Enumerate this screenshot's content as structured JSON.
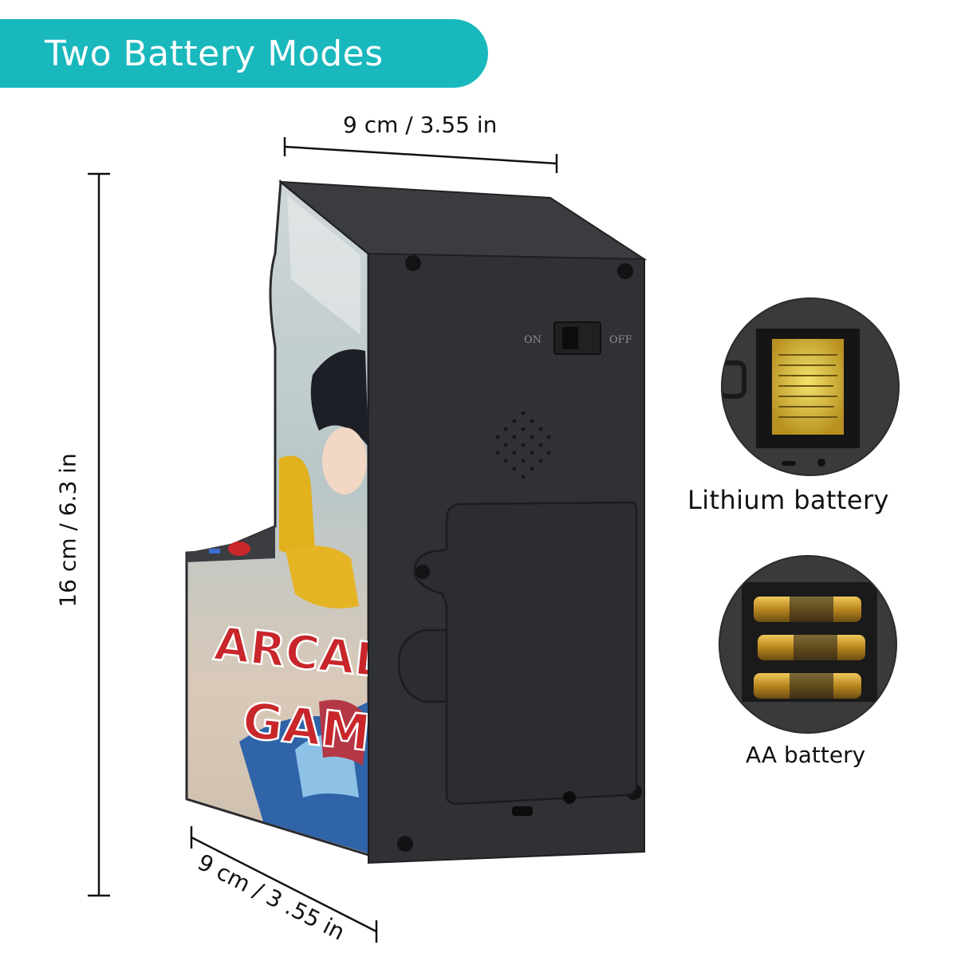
{
  "banner": {
    "title": "Two Battery Modes"
  },
  "dimensions": {
    "width": "9 cm / 3.55 in",
    "height": "16 cm / 6.3 in",
    "depth": "9 cm / 3 .55 in"
  },
  "device": {
    "switch_on": "ON",
    "switch_off": "OFF",
    "artwork_line1": "ARCADE",
    "artwork_line2": "GAME"
  },
  "batteries": {
    "lithium_caption": "Lithium battery",
    "aa_caption": "AA battery"
  },
  "colors": {
    "banner": "#19b8bd",
    "cabinet": "#2f3134",
    "cabinet_top": "#3a3c40",
    "artwork_red": "#c8262a"
  }
}
